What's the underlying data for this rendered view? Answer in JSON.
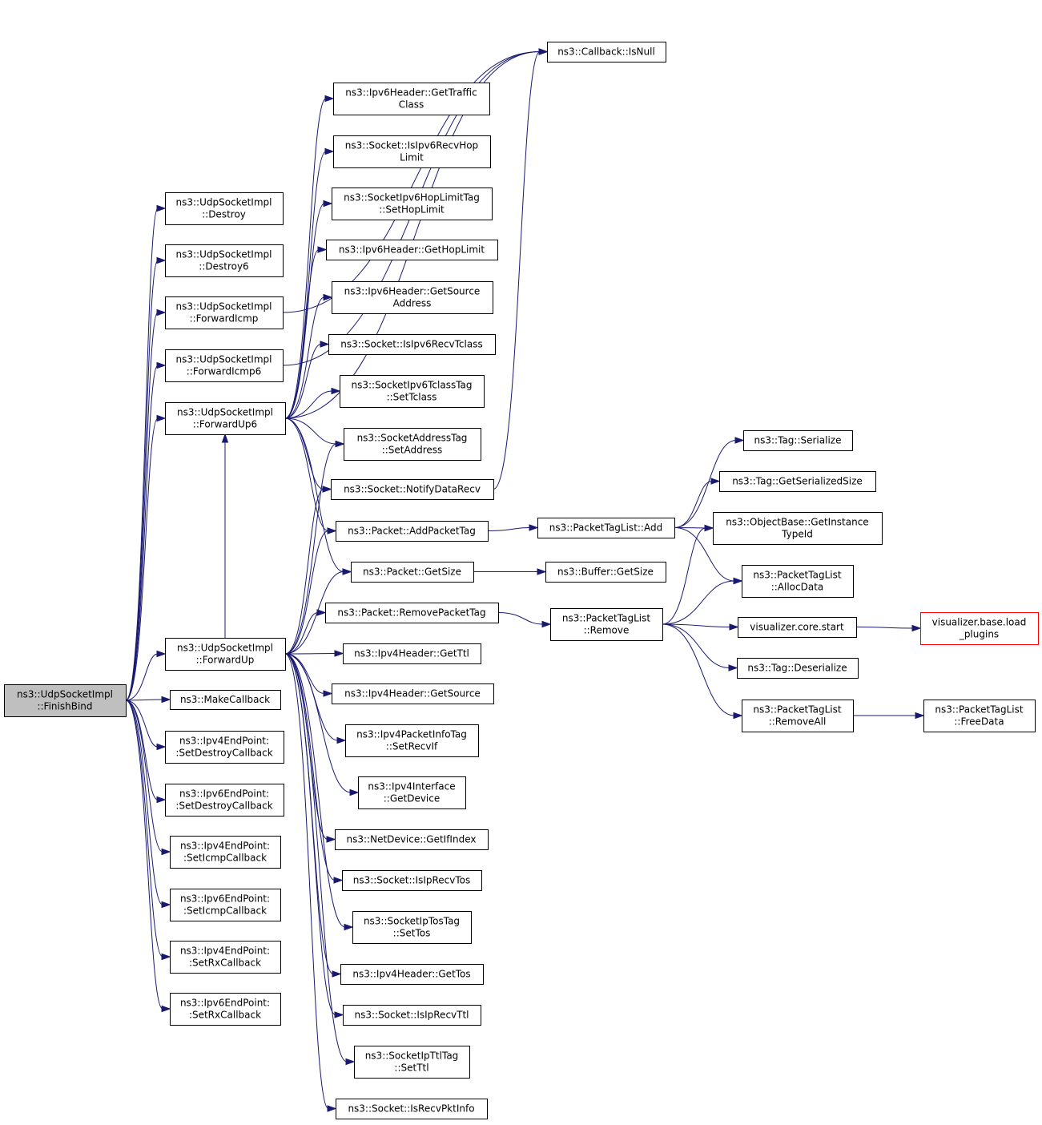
{
  "diagram": {
    "kind": "call-graph",
    "colors": {
      "edge": "#191970",
      "root_fill": "#bfbfbf",
      "external_border": "#ff0000",
      "box_border": "#000000"
    },
    "nodes": [
      {
        "id": "finishbind",
        "lines": [
          "ns3::UdpSocketImpl",
          "::FinishBind"
        ],
        "style": "root"
      },
      {
        "id": "destroy",
        "lines": [
          "ns3::UdpSocketImpl",
          "::Destroy"
        ]
      },
      {
        "id": "destroy6",
        "lines": [
          "ns3::UdpSocketImpl",
          "::Destroy6"
        ]
      },
      {
        "id": "forwardicmp",
        "lines": [
          "ns3::UdpSocketImpl",
          "::ForwardIcmp"
        ]
      },
      {
        "id": "forwardicmp6",
        "lines": [
          "ns3::UdpSocketImpl",
          "::ForwardIcmp6"
        ]
      },
      {
        "id": "forwardup6",
        "lines": [
          "ns3::UdpSocketImpl",
          "::ForwardUp6"
        ]
      },
      {
        "id": "forwardup",
        "lines": [
          "ns3::UdpSocketImpl",
          "::ForwardUp"
        ]
      },
      {
        "id": "makecallback",
        "lines": [
          "ns3::MakeCallback"
        ]
      },
      {
        "id": "ipv4ep_setdestroy",
        "lines": [
          "ns3::Ipv4EndPoint:",
          ":SetDestroyCallback"
        ]
      },
      {
        "id": "ipv6ep_setdestroy",
        "lines": [
          "ns3::Ipv6EndPoint:",
          ":SetDestroyCallback"
        ]
      },
      {
        "id": "ipv4ep_seticmp",
        "lines": [
          "ns3::Ipv4EndPoint:",
          ":SetIcmpCallback"
        ]
      },
      {
        "id": "ipv6ep_seticmp",
        "lines": [
          "ns3::Ipv6EndPoint:",
          ":SetIcmpCallback"
        ]
      },
      {
        "id": "ipv4ep_setrx",
        "lines": [
          "ns3::Ipv4EndPoint:",
          ":SetRxCallback"
        ]
      },
      {
        "id": "ipv6ep_setrx",
        "lines": [
          "ns3::Ipv6EndPoint:",
          ":SetRxCallback"
        ]
      },
      {
        "id": "callback_isnull",
        "lines": [
          "ns3::Callback::IsNull"
        ]
      },
      {
        "id": "ipv6h_gettraffic",
        "lines": [
          "ns3::Ipv6Header::GetTraffic",
          "Class"
        ]
      },
      {
        "id": "socket_isipv6recvhop",
        "lines": [
          "ns3::Socket::IsIpv6RecvHop",
          "Limit"
        ]
      },
      {
        "id": "hoplimittag_set",
        "lines": [
          "ns3::SocketIpv6HopLimitTag",
          "::SetHopLimit"
        ]
      },
      {
        "id": "ipv6h_gethoplimit",
        "lines": [
          "ns3::Ipv6Header::GetHopLimit"
        ]
      },
      {
        "id": "ipv6h_getsource",
        "lines": [
          "ns3::Ipv6Header::GetSource",
          "Address"
        ]
      },
      {
        "id": "socket_isipv6recvtclass",
        "lines": [
          "ns3::Socket::IsIpv6RecvTclass"
        ]
      },
      {
        "id": "tclasstag_set",
        "lines": [
          "ns3::SocketIpv6TclassTag",
          "::SetTclass"
        ]
      },
      {
        "id": "addresstag_set",
        "lines": [
          "ns3::SocketAddressTag",
          "::SetAddress"
        ]
      },
      {
        "id": "socket_notifydatarecv",
        "lines": [
          "ns3::Socket::NotifyDataRecv"
        ]
      },
      {
        "id": "packet_addpackettag",
        "lines": [
          "ns3::Packet::AddPacketTag"
        ]
      },
      {
        "id": "packet_getsize",
        "lines": [
          "ns3::Packet::GetSize"
        ]
      },
      {
        "id": "packet_removepackettag",
        "lines": [
          "ns3::Packet::RemovePacketTag"
        ]
      },
      {
        "id": "ipv4h_getttl",
        "lines": [
          "ns3::Ipv4Header::GetTtl"
        ]
      },
      {
        "id": "ipv4h_getsource",
        "lines": [
          "ns3::Ipv4Header::GetSource"
        ]
      },
      {
        "id": "ipv4pktinfotag_setrecvif",
        "lines": [
          "ns3::Ipv4PacketInfoTag",
          "::SetRecvIf"
        ]
      },
      {
        "id": "ipv4if_getdevice",
        "lines": [
          "ns3::Ipv4Interface",
          "::GetDevice"
        ]
      },
      {
        "id": "netdevice_getifindex",
        "lines": [
          "ns3::NetDevice::GetIfIndex"
        ]
      },
      {
        "id": "socket_isiprecvtos",
        "lines": [
          "ns3::Socket::IsIpRecvTos"
        ]
      },
      {
        "id": "iptostag_settos",
        "lines": [
          "ns3::SocketIpTosTag",
          "::SetTos"
        ]
      },
      {
        "id": "ipv4h_gettos",
        "lines": [
          "ns3::Ipv4Header::GetTos"
        ]
      },
      {
        "id": "socket_isiprecvttl",
        "lines": [
          "ns3::Socket::IsIpRecvTtl"
        ]
      },
      {
        "id": "ipttltag_setttl",
        "lines": [
          "ns3::SocketIpTtlTag",
          "::SetTtl"
        ]
      },
      {
        "id": "socket_isrecvpktinfo",
        "lines": [
          "ns3::Socket::IsRecvPktInfo"
        ]
      },
      {
        "id": "ptl_add",
        "lines": [
          "ns3::PacketTagList::Add"
        ]
      },
      {
        "id": "buffer_getsize",
        "lines": [
          "ns3::Buffer::GetSize"
        ]
      },
      {
        "id": "ptl_remove",
        "lines": [
          "ns3::PacketTagList",
          "::Remove"
        ]
      },
      {
        "id": "tag_serialize",
        "lines": [
          "ns3::Tag::Serialize"
        ]
      },
      {
        "id": "tag_getserializedsize",
        "lines": [
          "ns3::Tag::GetSerializedSize"
        ]
      },
      {
        "id": "objectbase_getinstancetypeid",
        "lines": [
          "ns3::ObjectBase::GetInstance",
          "TypeId"
        ]
      },
      {
        "id": "ptl_allocdata",
        "lines": [
          "ns3::PacketTagList",
          "::AllocData"
        ]
      },
      {
        "id": "visualizer_core_start",
        "lines": [
          "visualizer.core.start"
        ]
      },
      {
        "id": "tag_deserialize",
        "lines": [
          "ns3::Tag::Deserialize"
        ]
      },
      {
        "id": "ptl_removeall",
        "lines": [
          "ns3::PacketTagList",
          "::RemoveAll"
        ]
      },
      {
        "id": "visualizer_base_loadplugins",
        "lines": [
          "visualizer.base.load",
          "_plugins"
        ],
        "style": "external"
      },
      {
        "id": "ptl_freedata",
        "lines": [
          "ns3::PacketTagList",
          "::FreeData"
        ]
      }
    ],
    "edges": [
      [
        "finishbind",
        "destroy"
      ],
      [
        "finishbind",
        "destroy6"
      ],
      [
        "finishbind",
        "forwardicmp"
      ],
      [
        "finishbind",
        "forwardicmp6"
      ],
      [
        "finishbind",
        "forwardup6"
      ],
      [
        "finishbind",
        "forwardup"
      ],
      [
        "finishbind",
        "makecallback"
      ],
      [
        "finishbind",
        "ipv4ep_setdestroy"
      ],
      [
        "finishbind",
        "ipv6ep_setdestroy"
      ],
      [
        "finishbind",
        "ipv4ep_seticmp"
      ],
      [
        "finishbind",
        "ipv6ep_seticmp"
      ],
      [
        "finishbind",
        "ipv4ep_setrx"
      ],
      [
        "finishbind",
        "ipv6ep_setrx"
      ],
      [
        "forwardicmp",
        "callback_isnull"
      ],
      [
        "forwardicmp6",
        "callback_isnull"
      ],
      [
        "forwardup6",
        "callback_isnull"
      ],
      [
        "forwardup6",
        "ipv6h_gettraffic"
      ],
      [
        "forwardup6",
        "socket_isipv6recvhop"
      ],
      [
        "forwardup6",
        "hoplimittag_set"
      ],
      [
        "forwardup6",
        "ipv6h_gethoplimit"
      ],
      [
        "forwardup6",
        "ipv6h_getsource"
      ],
      [
        "forwardup6",
        "socket_isipv6recvtclass"
      ],
      [
        "forwardup6",
        "tclasstag_set"
      ],
      [
        "forwardup6",
        "addresstag_set"
      ],
      [
        "forwardup6",
        "socket_notifydatarecv"
      ],
      [
        "forwardup6",
        "packet_addpackettag"
      ],
      [
        "forwardup6",
        "packet_getsize"
      ],
      [
        "forwardup",
        "forwardup6"
      ],
      [
        "forwardup",
        "addresstag_set"
      ],
      [
        "forwardup",
        "socket_notifydatarecv"
      ],
      [
        "forwardup",
        "packet_addpackettag"
      ],
      [
        "forwardup",
        "packet_getsize"
      ],
      [
        "forwardup",
        "packet_removepackettag"
      ],
      [
        "forwardup",
        "ipv4h_getttl"
      ],
      [
        "forwardup",
        "ipv4h_getsource"
      ],
      [
        "forwardup",
        "ipv4pktinfotag_setrecvif"
      ],
      [
        "forwardup",
        "ipv4if_getdevice"
      ],
      [
        "forwardup",
        "netdevice_getifindex"
      ],
      [
        "forwardup",
        "socket_isiprecvtos"
      ],
      [
        "forwardup",
        "iptostag_settos"
      ],
      [
        "forwardup",
        "ipv4h_gettos"
      ],
      [
        "forwardup",
        "socket_isiprecvttl"
      ],
      [
        "forwardup",
        "ipttltag_setttl"
      ],
      [
        "forwardup",
        "socket_isrecvpktinfo"
      ],
      [
        "socket_notifydatarecv",
        "callback_isnull"
      ],
      [
        "packet_addpackettag",
        "ptl_add"
      ],
      [
        "packet_getsize",
        "buffer_getsize"
      ],
      [
        "packet_removepackettag",
        "ptl_remove"
      ],
      [
        "ptl_add",
        "tag_serialize"
      ],
      [
        "ptl_add",
        "tag_getserializedsize"
      ],
      [
        "ptl_add",
        "objectbase_getinstancetypeid"
      ],
      [
        "ptl_add",
        "ptl_allocdata"
      ],
      [
        "ptl_remove",
        "objectbase_getinstancetypeid"
      ],
      [
        "ptl_remove",
        "ptl_allocdata"
      ],
      [
        "ptl_remove",
        "visualizer_core_start"
      ],
      [
        "ptl_remove",
        "tag_deserialize"
      ],
      [
        "ptl_remove",
        "ptl_removeall"
      ],
      [
        "visualizer_core_start",
        "visualizer_base_loadplugins"
      ],
      [
        "ptl_removeall",
        "ptl_freedata"
      ]
    ]
  }
}
